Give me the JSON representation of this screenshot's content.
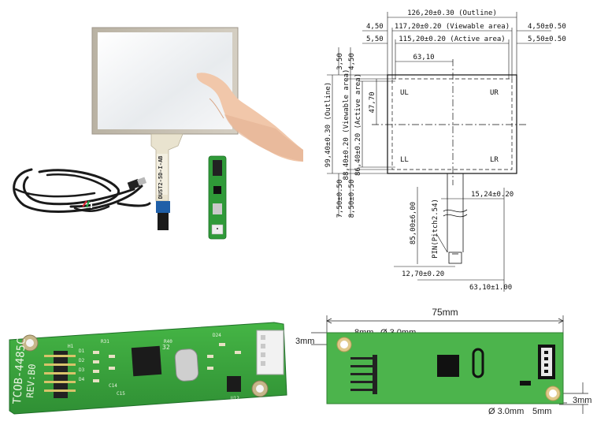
{
  "drawing": {
    "outline_w": "126,20±0.30 (Outline)",
    "viewable_w": "117,20±0.20 (Viewable area)",
    "active_w": "115,20±0.20 (Active area)",
    "left_450": "4,50",
    "left_550": "5,50",
    "right_450": "4,50±0.50",
    "right_550": "5,50±0.50",
    "top_350": "3,50",
    "top_450": "4,50",
    "center_x": "63,10",
    "center_y": "47,70",
    "outline_h": "99,40±0.30 (Outline)",
    "viewable_h": "88,40±0.20 (Viewable area)",
    "active_h": "86,40±0.20 (Active area)",
    "bottom_750": "7,50±0.50",
    "bottom_850": "8,50±0.50",
    "tail_w": "15,24±0.20",
    "tail_len": "85,00±6,00",
    "pin": "PIN(Pitch2.54)",
    "tail_tip": "12,70±0.20",
    "tail_offset": "63,10±1.00",
    "corners": [
      "UL",
      "UR",
      "LL",
      "LR"
    ]
  },
  "board": {
    "silk_name": "TCOB-4485C",
    "silk_rev": "REV:B0",
    "chip_label": "32",
    "labels": [
      "D1",
      "D2",
      "D3",
      "D4",
      "H1",
      "R31",
      "C14",
      "C15",
      "R40",
      "D24",
      "U12"
    ]
  },
  "board_drawing": {
    "length": "75mm",
    "hole_offset": "8mm",
    "hole_dia_top": "Ø 3.0mm",
    "edge_top": "3mm",
    "hole_dia_bottom": "Ø 3.0mm",
    "hole_offset_bottom": "5mm",
    "edge_bottom": "3mm"
  },
  "colors": {
    "pcb_green": "#3aa83a",
    "pcb_dark": "#1f7a2a",
    "drawing_green": "#4cb44c",
    "tail_blue": "#1f5fa8",
    "glass": "#eef0f2"
  }
}
